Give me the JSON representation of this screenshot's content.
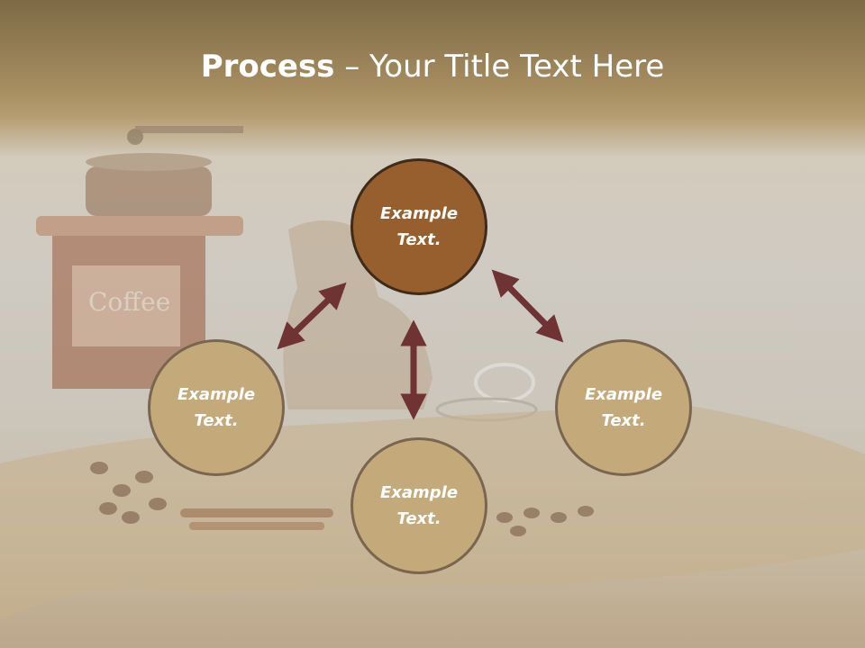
{
  "slide": {
    "title_bold": "Process",
    "title_rest": " – Your Title Text Here",
    "colors": {
      "center_circle": "#985f2e",
      "outer_circle": "#c4a97b",
      "arrow": "#6e3332"
    },
    "circles": {
      "top": "Example Text.",
      "left": "Example Text.",
      "right": "Example Text.",
      "bottom": "Example Text."
    },
    "photo_lettering": "Coffee"
  }
}
